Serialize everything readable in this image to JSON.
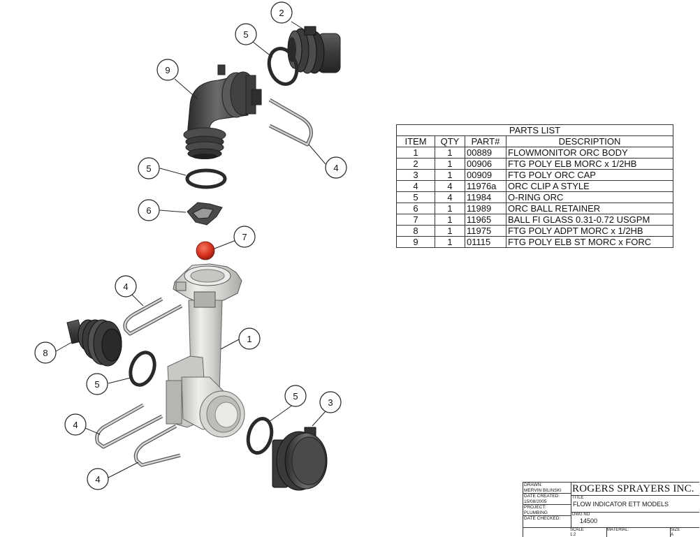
{
  "balloons": [
    {
      "id": "b2-top",
      "label": "2"
    },
    {
      "id": "b5-top",
      "label": "5"
    },
    {
      "id": "b9",
      "label": "9"
    },
    {
      "id": "b4-top",
      "label": "4"
    },
    {
      "id": "b5-mid",
      "label": "5"
    },
    {
      "id": "b6",
      "label": "6"
    },
    {
      "id": "b7",
      "label": "7"
    },
    {
      "id": "b4-mid",
      "label": "4"
    },
    {
      "id": "b1",
      "label": "1"
    },
    {
      "id": "b8",
      "label": "8"
    },
    {
      "id": "b5-left",
      "label": "5"
    },
    {
      "id": "b5-right",
      "label": "5"
    },
    {
      "id": "b3",
      "label": "3"
    },
    {
      "id": "b4-low1",
      "label": "4"
    },
    {
      "id": "b4-low2",
      "label": "4"
    }
  ],
  "parts_list": {
    "title": "PARTS LIST",
    "headers": [
      "ITEM",
      "QTY",
      "PART#",
      "DESCRIPTION"
    ],
    "rows": [
      [
        "1",
        "1",
        "00889",
        "FLOWMONITOR ORC BODY"
      ],
      [
        "2",
        "1",
        "00906",
        "FTG POLY ELB MORC x 1/2HB"
      ],
      [
        "3",
        "1",
        "00909",
        "FTG POLY ORC CAP"
      ],
      [
        "4",
        "4",
        "11976a",
        "ORC CLIP A STYLE"
      ],
      [
        "5",
        "4",
        "11984",
        "O-RING ORC"
      ],
      [
        "6",
        "1",
        "11989",
        "ORC BALL RETAINER"
      ],
      [
        "7",
        "1",
        "11965",
        "BALL FI GLASS 0.31-0.72 USGPM"
      ],
      [
        "8",
        "1",
        "11975",
        "FTG POLY ADPT MORC x 1/2HB"
      ],
      [
        "9",
        "1",
        "01115",
        "FTG POLY ELB ST MORC x FORC"
      ]
    ]
  },
  "title_block": {
    "drawn_label": "DRAWN:",
    "drawn_by": "MERVIN BILINSKI",
    "date_created_label": "DATE CREATED:",
    "date_created": "15/08/2005",
    "project_label": "PROJECT:",
    "project": "PLUMBING",
    "date_checked_label": "DATE CHECKED:",
    "company": "ROGERS SPRAYERS INC.",
    "title_label": "TITLE",
    "title": "FLOW INDICATOR ETT MODELS",
    "dwg_no_label": "DWG NO",
    "dwg_no": "14500",
    "scale_label": "SCALE",
    "scale": "1:2",
    "material_label": "MATERIAL:",
    "size_label": "SIZE",
    "size": "A"
  },
  "colors": {
    "ball": "#d9311f",
    "dark_part": "#4a4a4a",
    "body_clear": "#d9d9d6",
    "line": "#222222"
  }
}
